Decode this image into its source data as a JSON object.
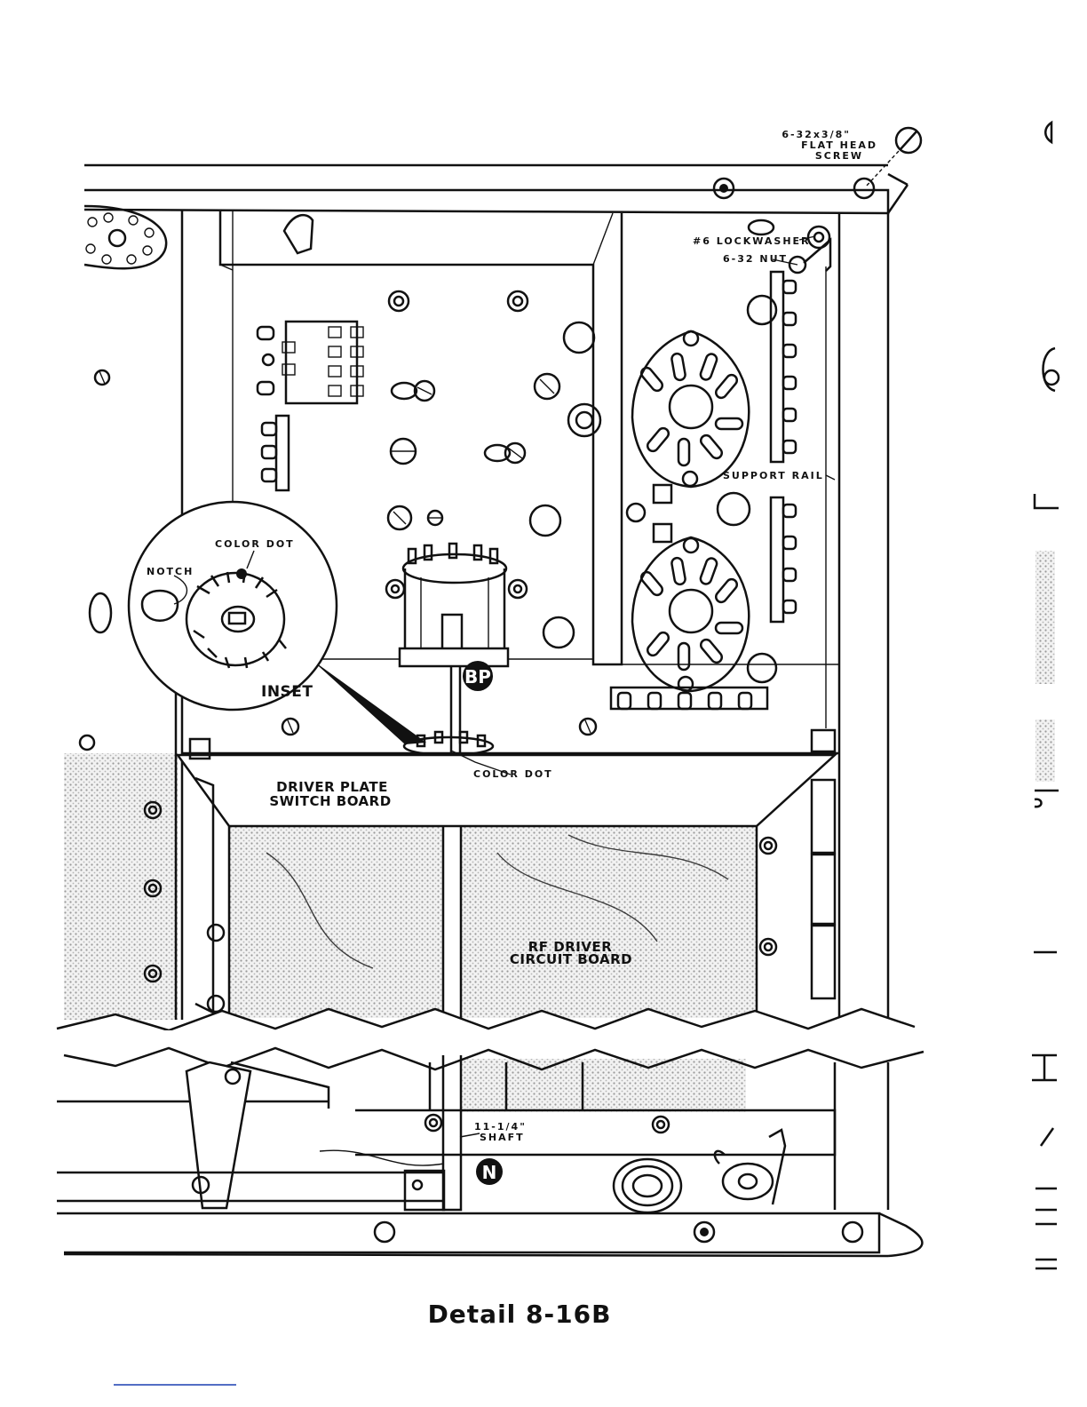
{
  "labels": {
    "screw": [
      "6-32x3/8\"",
      "FLAT HEAD",
      "SCREW"
    ],
    "lockwasher": "#6 LOCKWASHER",
    "nut": "6-32 NUT",
    "support_rail": "SUPPORT RAIL",
    "color_dot_inset": "COLOR DOT",
    "notch": "NOTCH",
    "inset": "INSET",
    "color_dot_main": "COLOR DOT",
    "driver_plate": [
      "DRIVER PLATE",
      "SWITCH BOARD"
    ],
    "rf_driver": [
      "RF DRIVER",
      "CIRCUIT BOARD"
    ],
    "shaft": [
      "11-1/4\"",
      "SHAFT"
    ],
    "badge_bp": "BP",
    "badge_n": "N"
  },
  "caption": "Detail 8-16B",
  "colors": {
    "ink": "#111111",
    "paper": "#ffffff",
    "stipple": "#cfcfcf"
  }
}
